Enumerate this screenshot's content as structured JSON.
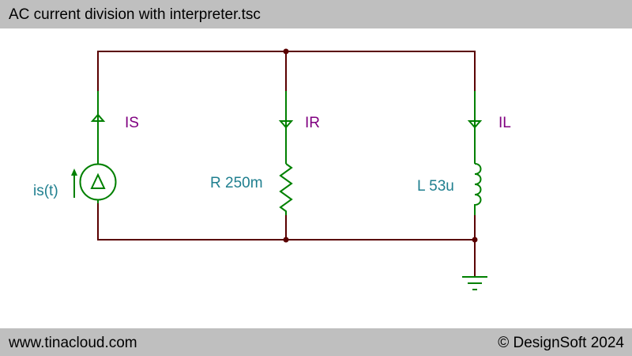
{
  "window": {
    "title": "AC current division with interpreter.tsc"
  },
  "footer": {
    "website": "www.tinacloud.com",
    "copyright": "© DesignSoft 2024"
  },
  "circuit": {
    "source": {
      "name": "is(t)",
      "current_label": "IS"
    },
    "resistor": {
      "label": "R 250m",
      "current_label": "IR"
    },
    "inductor": {
      "label": "L 53u",
      "current_label": "IL"
    }
  },
  "colors": {
    "wire": "#5a0000",
    "component": "#008000",
    "label_teal": "#1f7f8f",
    "label_purple": "#800080",
    "bars": "#bfbfbf"
  }
}
